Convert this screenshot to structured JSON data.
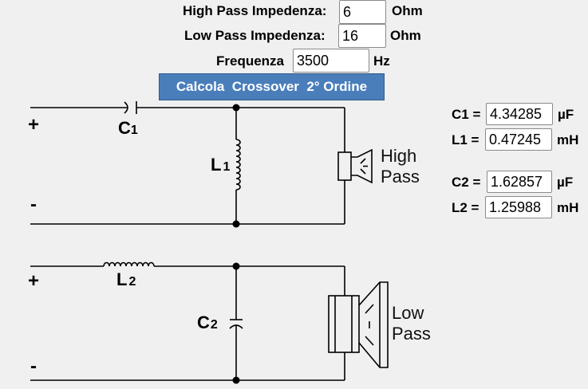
{
  "form": {
    "high_pass_label": "High Pass Impedenza:",
    "high_pass_value": "6",
    "high_pass_unit": "Ohm",
    "low_pass_label": "Low Pass Impedenza:",
    "low_pass_value": "16",
    "low_pass_unit": "Ohm",
    "freq_label": "Frequenza",
    "freq_value": "3500",
    "freq_unit": "Hz",
    "button_label": "Calcola  Crossover  2° Ordine"
  },
  "results": {
    "c1_label": "C1 =",
    "c1_value": "4.34285",
    "c1_unit": "µF",
    "l1_label": "L1 =",
    "l1_value": "0.47245",
    "l1_unit": "mH",
    "c2_label": "C2 =",
    "c2_value": "1.62857",
    "c2_unit": "µF",
    "l2_label": "L2 =",
    "l2_value": "1.25988",
    "l2_unit": "mH"
  },
  "diagram": {
    "plus": "+",
    "minus": "-",
    "c1_main": "C",
    "c1_sub": "1",
    "l1_main": "L",
    "l1_sub": "1",
    "l2_main": "L",
    "l2_sub": "2",
    "c2_main": "C",
    "c2_sub": "2",
    "high_pass_text_1": "High",
    "high_pass_text_2": "Pass",
    "low_pass_text_1": "Low",
    "low_pass_text_2": "Pass"
  }
}
